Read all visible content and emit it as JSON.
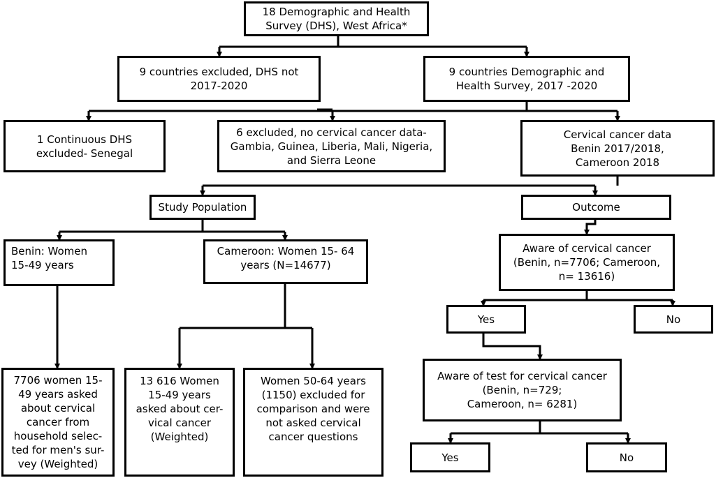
{
  "nodes": {
    "root": [
      "18 Demographic and Health",
      "Survey (DHS), West Africa*"
    ],
    "excluded_not_recent": [
      "9 countries excluded, DHS not",
      "2017-2020"
    ],
    "recent_dhs": [
      "9 countries Demographic and",
      "Health Survey, 2017 -2020"
    ],
    "continuous_excluded": [
      "1 Continuous DHS",
      "excluded- Senegal"
    ],
    "no_data_excluded": [
      "6 excluded, no cervical cancer data-",
      "Gambia, Guinea, Liberia, Mali, Nigeria,",
      "and Sierra Leone"
    ],
    "cervical_data": [
      "Cervical cancer data",
      "Benin 2017/2018,",
      "Cameroon 2018"
    ],
    "study_population": [
      "Study Population"
    ],
    "outcome": [
      "Outcome"
    ],
    "benin_women": [
      "Benin: Women",
      "15-49 years"
    ],
    "cameroon_women": [
      "Cameroon: Women 15- 64",
      "years (N=14677)"
    ],
    "aware_cervical": [
      "Aware of cervical cancer",
      "(Benin, n=7706; Cameroon,",
      "n= 13616)"
    ],
    "yes_1": [
      "Yes"
    ],
    "no_1": [
      "No"
    ],
    "aware_test": [
      "Aware of test for cervical cancer",
      "(Benin, n=729;",
      "Cameroon, n= 6281)"
    ],
    "yes_2": [
      "Yes"
    ],
    "no_2": [
      "No"
    ],
    "benin_asked": [
      "7706 women 15-",
      "49 years asked",
      "about cervical",
      "cancer from",
      "household selec-",
      "ted for men's sur-",
      "vey (Weighted)"
    ],
    "cameroon_asked": [
      "13 616 Women",
      "15-49 years",
      "asked about cer-",
      "vical cancer",
      "(Weighted)"
    ],
    "cameroon_excluded": [
      "Women 50-64 years",
      "(1150) excluded for",
      "comparison and were",
      "not asked cervical",
      "cancer questions"
    ]
  }
}
